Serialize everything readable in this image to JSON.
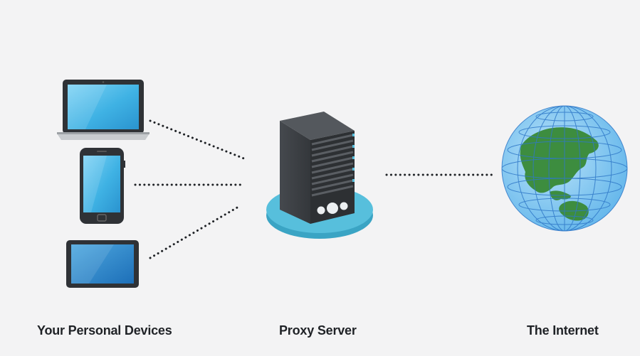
{
  "labels": {
    "devices": "Your Personal Devices",
    "proxy": "Proxy Server",
    "internet": "The Internet"
  },
  "colors": {
    "background": "#f3f3f4",
    "screen_blue": "#3fb2e4",
    "device_frame": "#2f3236",
    "server_body": "#3d4044",
    "server_base": "#57bfdc",
    "globe_ocean": "#7cc4ee",
    "globe_land": "#3d8d3f",
    "connector": "#1f2226"
  },
  "icons": {
    "devices": [
      "laptop-icon",
      "smartphone-icon",
      "tablet-icon"
    ],
    "proxy": "server-icon",
    "internet": "globe-icon"
  }
}
